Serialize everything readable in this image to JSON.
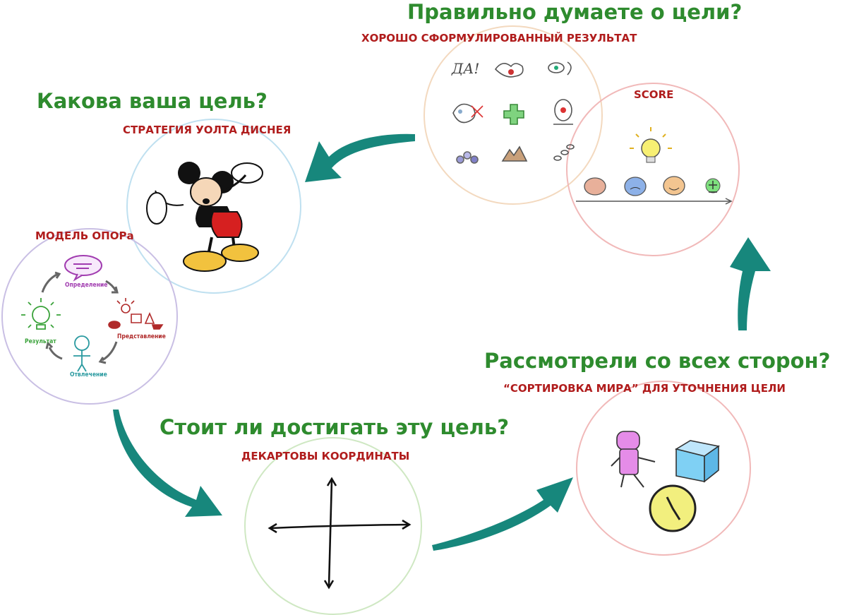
{
  "colors": {
    "question": "#2e8b2e",
    "subtitle": "#b01c1c",
    "arrow": "#17877c",
    "circle_goal": "#f3d9bf",
    "circle_score": "#f1b9b9",
    "circle_disney": "#bfe0f0",
    "circle_opora": "#c9bfe4",
    "circle_descartes": "#cfe8c3",
    "circle_sort": "#f1b9b9"
  },
  "top": {
    "question": "Правильно думаете о цели?",
    "subtitle": "ХОРОШО СФОРМУЛИРОВАННЫЙ РЕЗУЛЬТАТ",
    "icon_text": "ДА!"
  },
  "score": {
    "title": "SCORE"
  },
  "disney": {
    "question": "Какова ваша цель?",
    "subtitle": "СТРАТЕГИЯ УОЛТА ДИСНЕЯ"
  },
  "opora": {
    "title": "МОДЕЛЬ ОПОРа",
    "labels": {
      "definition": "Определение",
      "representation": "Представление",
      "distraction": "Отвлечение",
      "result": "Результат"
    }
  },
  "descartes": {
    "question": "Стоит ли достигать эту цель?",
    "subtitle": "ДЕКАРТОВЫ КООРДИНАТЫ"
  },
  "sort": {
    "question": "Рассмотрели со всех сторон?",
    "subtitle": "“СОРТИРОВКА МИРА” ДЛЯ УТОЧНЕНИЯ ЦЕЛИ"
  }
}
